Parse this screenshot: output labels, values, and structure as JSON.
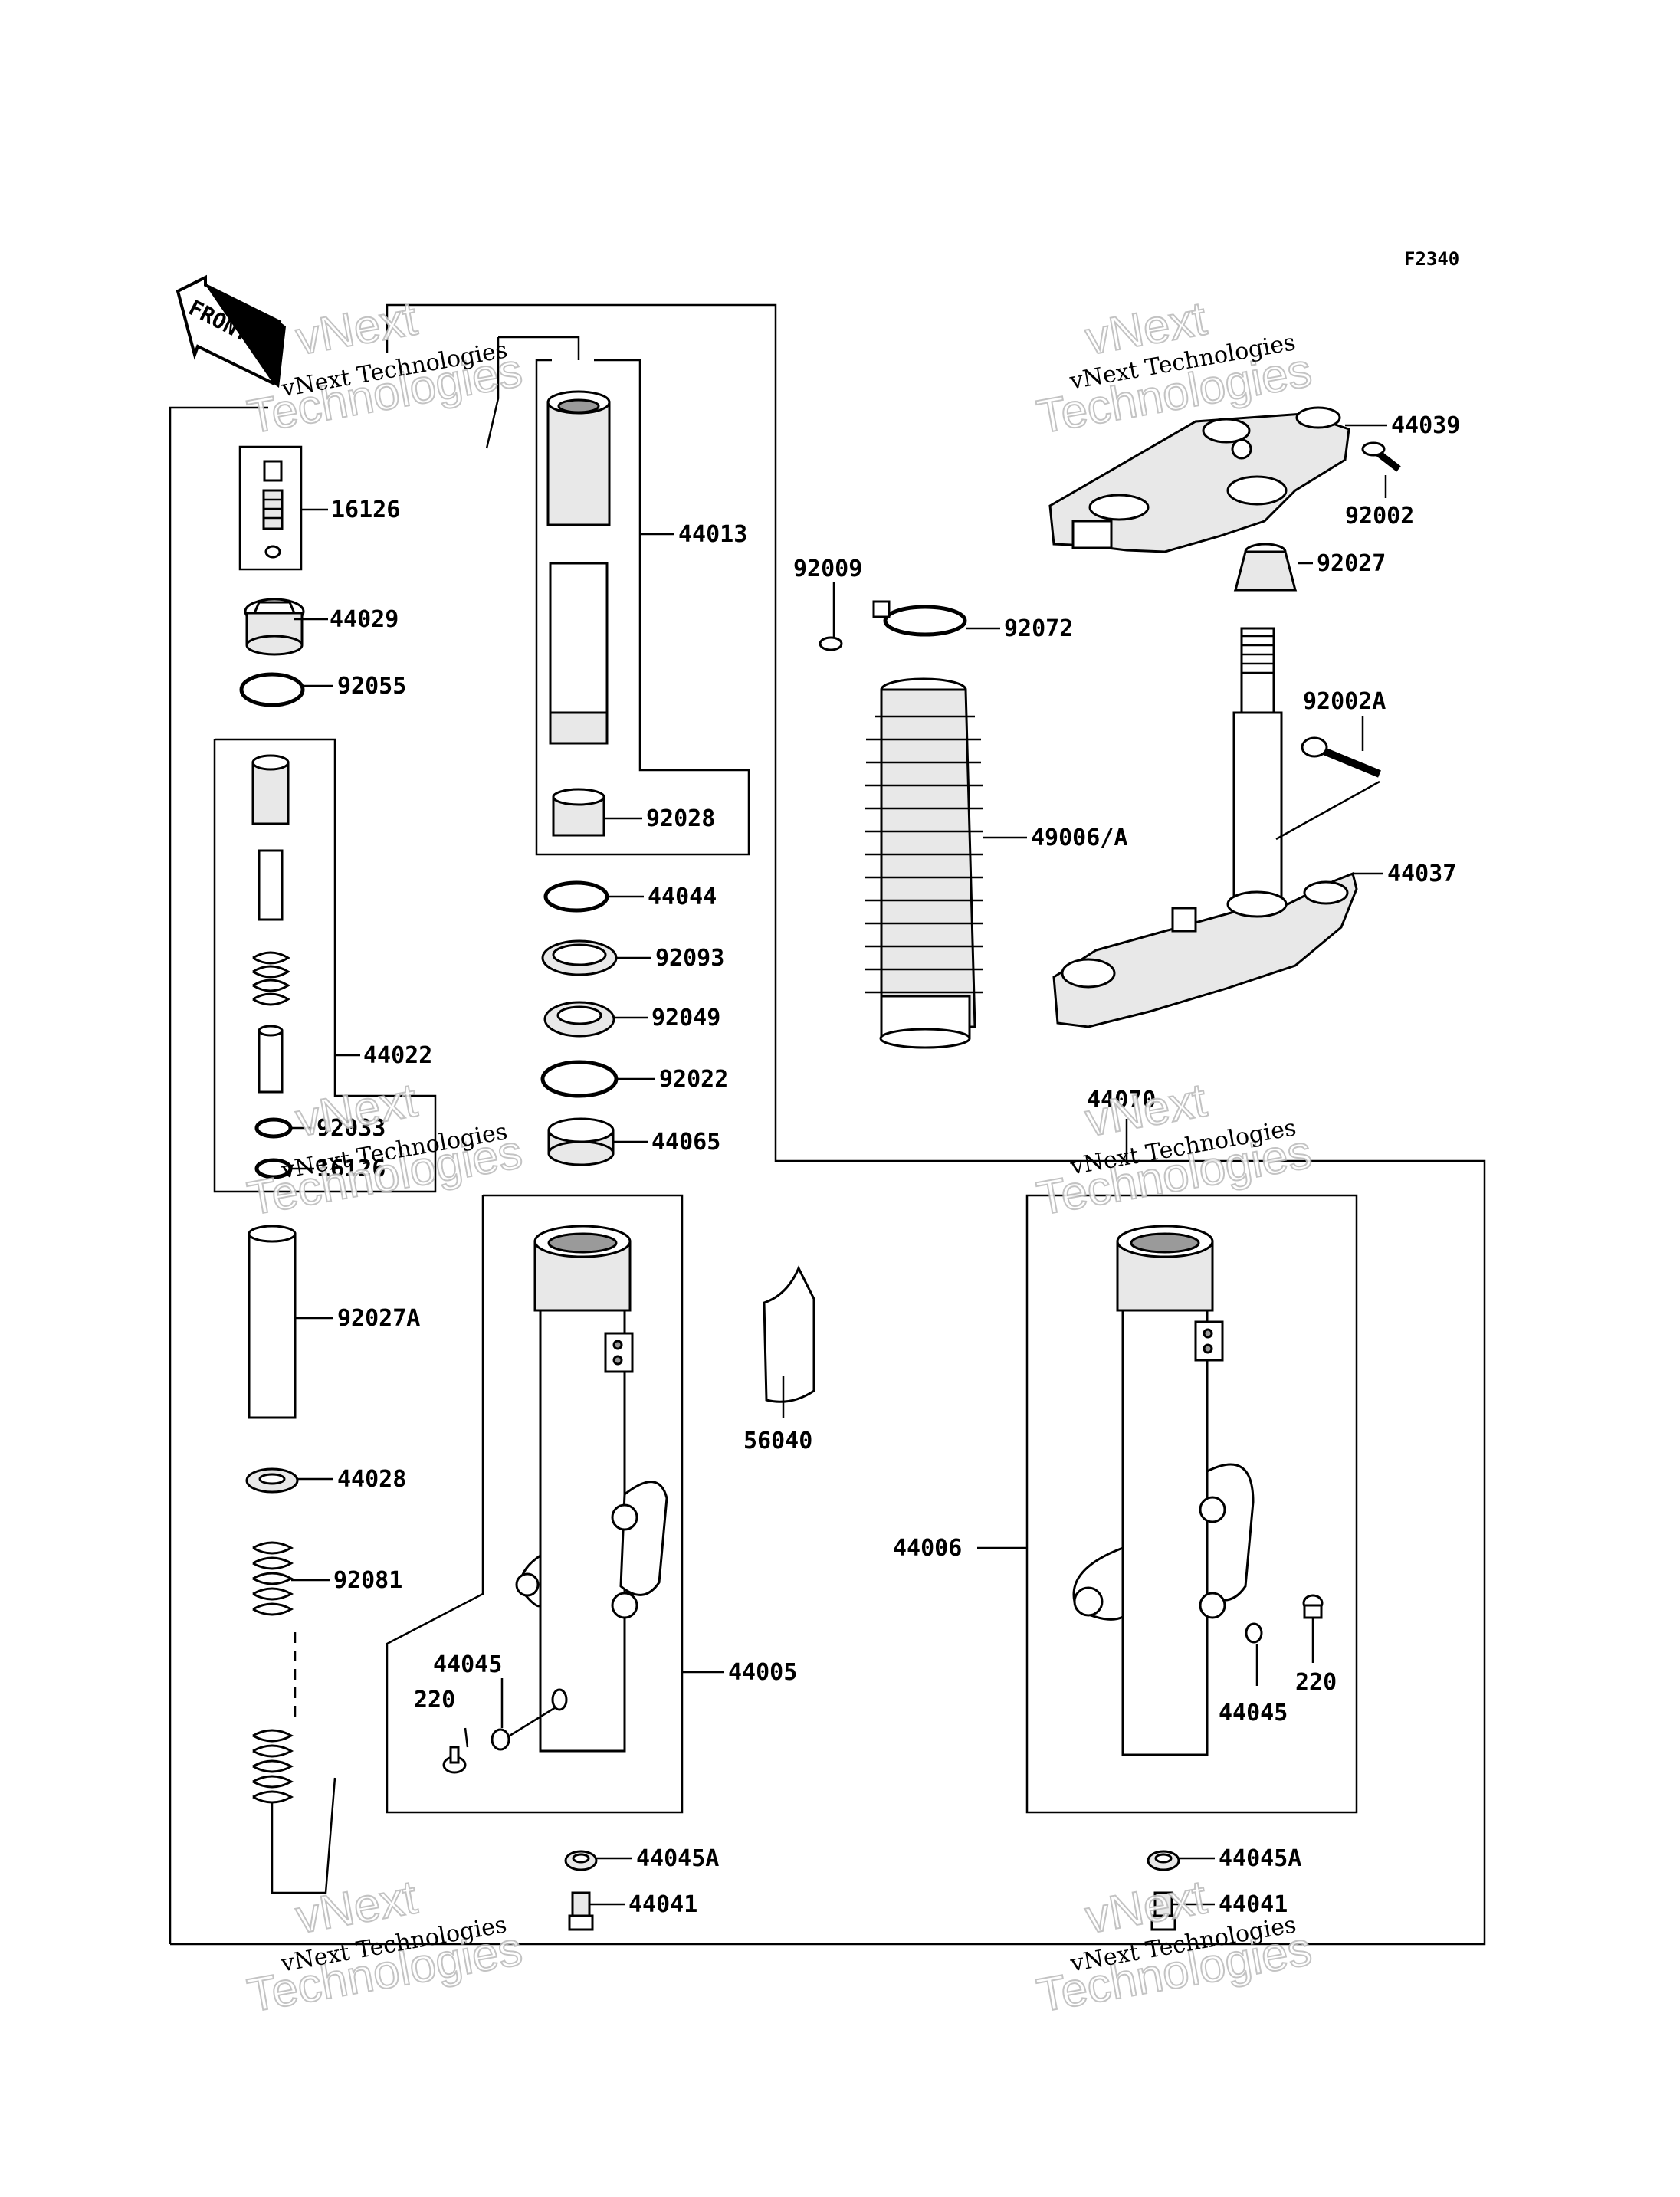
{
  "figure_code": "F2340",
  "front_label": "FRONT",
  "watermark": {
    "line1": "vNext Technologies",
    "line2": "vNext",
    "line3": "Technologies"
  },
  "parts": {
    "p16126": "16126",
    "p44029": "44029",
    "p92055": "92055",
    "p44022": "44022",
    "p92033": "92033",
    "p16126b": "16126",
    "p92027A": "92027A",
    "p44028": "44028",
    "p92081": "92081",
    "p44013": "44013",
    "p92028": "92028",
    "p44044": "44044",
    "p92093": "92093",
    "p92049": "92049",
    "p92022": "92022",
    "p44065": "44065",
    "p44045L": "44045",
    "p220L": "220",
    "p44005": "44005",
    "p44045AL": "44045A",
    "p44041L": "44041",
    "p92009": "92009",
    "p92072": "92072",
    "p49006": "49006/A",
    "p56040": "56040",
    "p44039": "44039",
    "p92002": "92002",
    "p92027": "92027",
    "p92002A": "92002A",
    "p44037": "44037",
    "p44070": "44070",
    "p44006": "44006",
    "p220R": "220",
    "p44045R": "44045",
    "p44045AR": "44045A",
    "p44041R": "44041"
  }
}
